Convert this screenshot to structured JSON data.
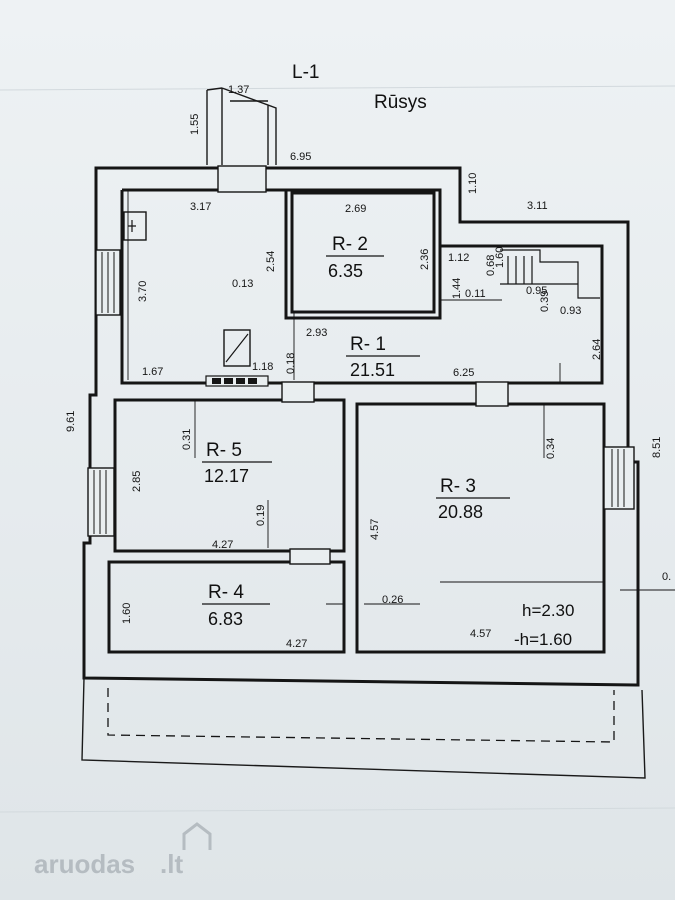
{
  "plan": {
    "level": "L-1",
    "title": "Rūsys"
  },
  "rooms": {
    "r1": {
      "label": "R- 1",
      "area": "21.51"
    },
    "r2": {
      "label": "R- 2",
      "area": "6.35"
    },
    "r3": {
      "label": "R- 3",
      "area": "20.88"
    },
    "r4": {
      "label": "R- 4",
      "area": "6.83"
    },
    "r5": {
      "label": "R- 5",
      "area": "12.17"
    }
  },
  "heights": {
    "h": "h=2.30",
    "minus_h": "-h=1.60"
  },
  "dims": {
    "entry_width": "1.37",
    "entry_len": "1.55",
    "top_wall": "6.95",
    "step": "1.10",
    "top_right": "3.11",
    "r1_top": "3.17",
    "r2_top": "2.69",
    "r1_left": "3.70",
    "r2_left": "2.54",
    "r2_right": "2.36",
    "r2_offset": "0.13",
    "r2_bottom": "2.93",
    "r1_small_a": "0.18",
    "r1_b": "1.67",
    "r1_c": "1.18",
    "stair_a": "1.12",
    "stair_b": "0.68",
    "stair_c": "1.60",
    "stair_d": "1.44",
    "stair_e": "0.11",
    "stair_f": "0.95",
    "stair_g": "0.39",
    "stair_h": "0.93",
    "right_side": "2.64",
    "r1_right": "6.25",
    "total_left": "9.61",
    "total_right": "8.51",
    "r5_a": "0.31",
    "r5_left": "2.85",
    "r5_b": "0.19",
    "r5_bottom": "4.27",
    "r3_a": "0.34",
    "r3_left": "4.57",
    "r3_bottom": "4.57",
    "r4_left": "1.60",
    "r4_bottom": "4.27",
    "r4_gap": "0.26",
    "edge_cut": "0."
  },
  "watermark": {
    "brand": "aruodas",
    "tld": ".lt"
  }
}
